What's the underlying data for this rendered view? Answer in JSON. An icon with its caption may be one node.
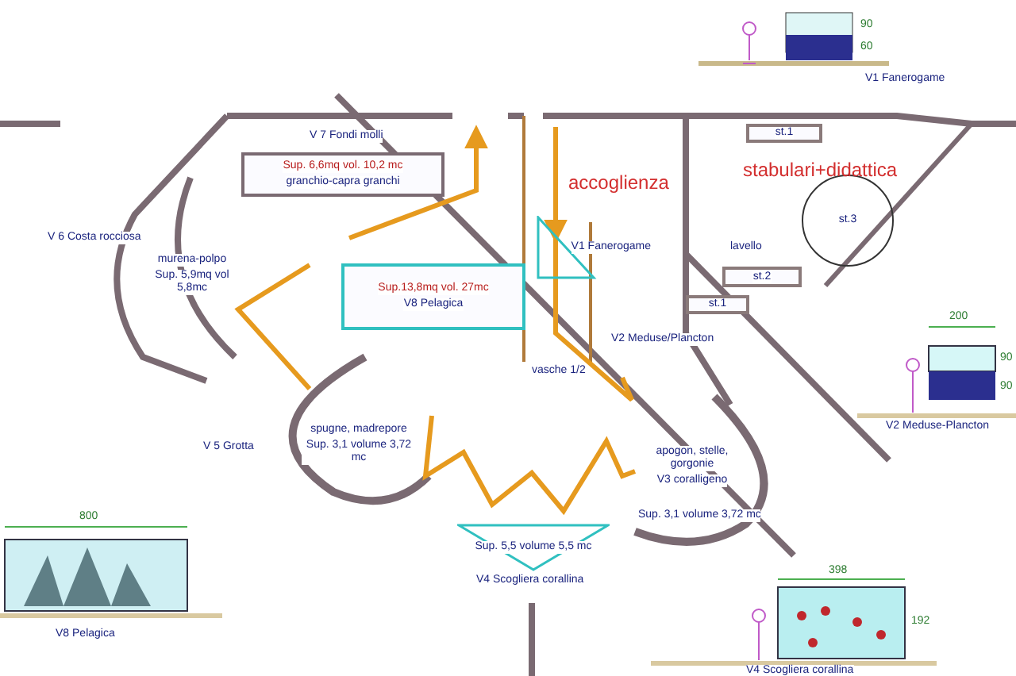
{
  "diagram": {
    "nodes": [
      {
        "text": [
          "Sup. 6,6mq vol. 10,2 mc",
          "granchio-capra granchi"
        ]
      },
      {
        "text": [
          "Sup.13,8mq vol. 27mc",
          "V8 Pelagica"
        ]
      },
      {
        "text": [
          "V1 Fanerogame"
        ]
      },
      {
        "text": [
          "murena-polpo",
          "Sup. 5,9mq vol 5,8mc"
        ]
      },
      {
        "text": [
          "spugne, madrepore",
          "Sup. 3,1 volume 3,72 mc"
        ]
      },
      {
        "text": [
          "apogon, stelle, gorgonie",
          "V3 coralligeno"
        ],
        "beside": [
          "Sup. 3,1 volume 3,72 mc"
        ]
      },
      {
        "text": [
          "Sup. 5,5 volume 5,5 mc"
        ],
        "beside": [
          "V4 Scogliera corallina"
        ]
      },
      {
        "text": [
          "st.1"
        ]
      },
      {
        "text": [
          "st.3"
        ]
      },
      {
        "text": [
          "st.2"
        ]
      },
      {
        "text": [
          "st.1"
        ]
      }
    ],
    "labels": [
      "V 7 Fondi molli",
      "V1 Fanerogame",
      "90",
      "60",
      "accoglienza",
      "stabulari+didattica",
      "V 6 Costa rocciosa",
      "V2 Meduse/Plancton",
      "vasche 1/2",
      "V 5 Grotta",
      "800",
      "V8 Pelagica",
      "200",
      "90",
      "90",
      "V2 Meduse-Plancton",
      "398",
      "192",
      "V4 Scogliera corallina",
      "lavello"
    ]
  }
}
